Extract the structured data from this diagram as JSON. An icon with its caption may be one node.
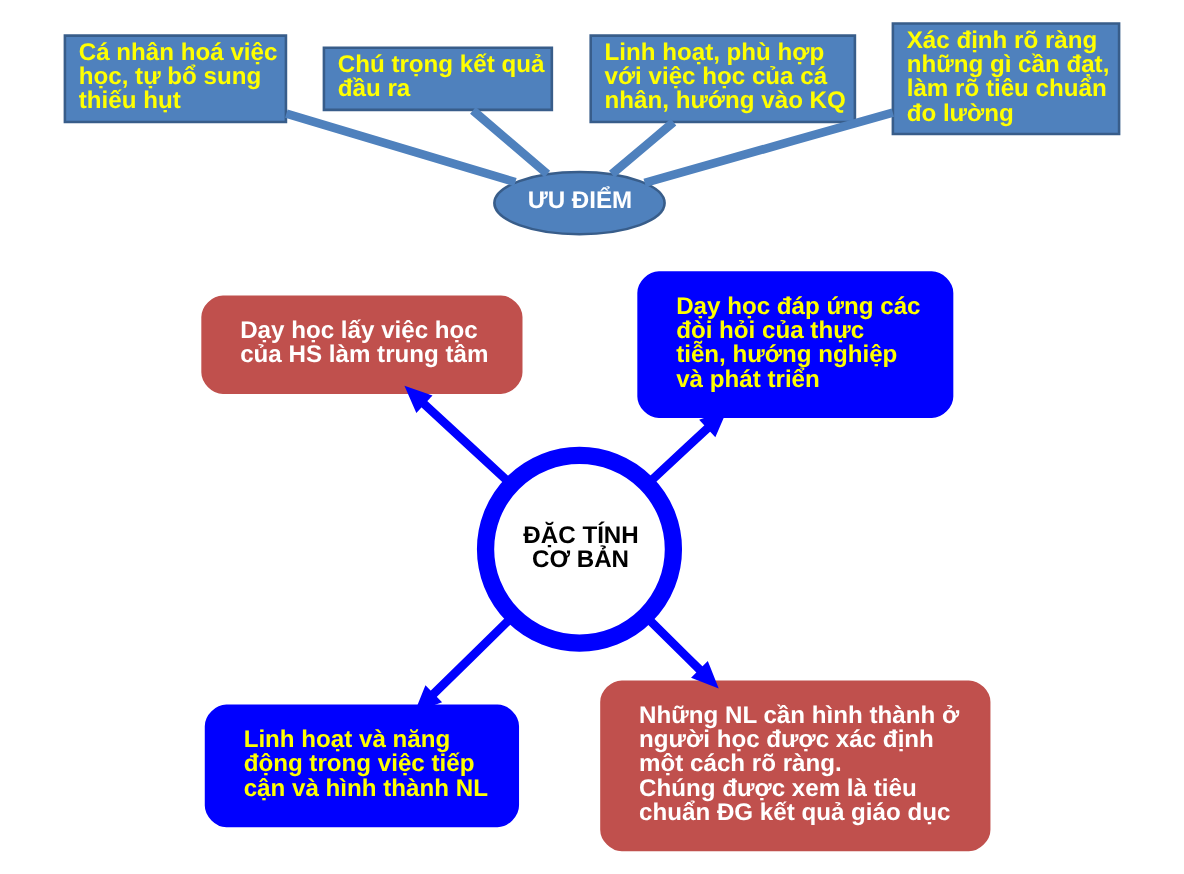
{
  "diagram": {
    "nodes": [
      {
        "text": [
          "Cá nhân hoá việc học, tự bổ sung thiếu hụt"
        ]
      },
      {
        "text": [
          "Chú trọng kết quả đầu ra"
        ]
      },
      {
        "text": [
          "Linh hoạt, phù hợp với việc học của cá nhân, hướng vào KQ"
        ]
      },
      {
        "text": [
          "Xác định rõ ràng những gì cần đạt, làm rõ tiêu chuẩn đo lường"
        ]
      },
      {
        "text": [
          "ƯU ĐIỂM"
        ]
      },
      {
        "text": [
          "Dạy học lấy việc học của HS làm trung tâm"
        ]
      },
      {
        "text": [
          "Dạy học đáp ứng các đòi hỏi của thực tiễn, hướng nghiệp và phát triển"
        ]
      },
      {
        "text": [
          "ĐẶC TÍNH CƠ BẢN"
        ]
      },
      {
        "text": [
          "Linh hoạt và năng động trong việc tiếp cận và hình thành NL"
        ]
      },
      {
        "text": [
          "Những NL cần hình thành ở người học được xác định một cách rõ ràng.",
          "Chúng được xem là tiêu chuẩn ĐG kết quả giáo dục"
        ]
      }
    ],
    "edges": [
      {
        "from": 0,
        "to": 4,
        "arrow": "none",
        "color": "#4f81bd"
      },
      {
        "from": 1,
        "to": 4,
        "arrow": "none",
        "color": "#4f81bd"
      },
      {
        "from": 2,
        "to": 4,
        "arrow": "none",
        "color": "#4f81bd"
      },
      {
        "from": 3,
        "to": 4,
        "arrow": "none",
        "color": "#4f81bd"
      },
      {
        "from": 7,
        "to": 5,
        "arrow": "to",
        "color": "#0000ff"
      },
      {
        "from": 7,
        "to": 6,
        "arrow": "to",
        "color": "#0000ff"
      },
      {
        "from": 7,
        "to": 8,
        "arrow": "to",
        "color": "#0000ff"
      },
      {
        "from": 7,
        "to": 9,
        "arrow": "to",
        "color": "#0000ff"
      }
    ]
  }
}
